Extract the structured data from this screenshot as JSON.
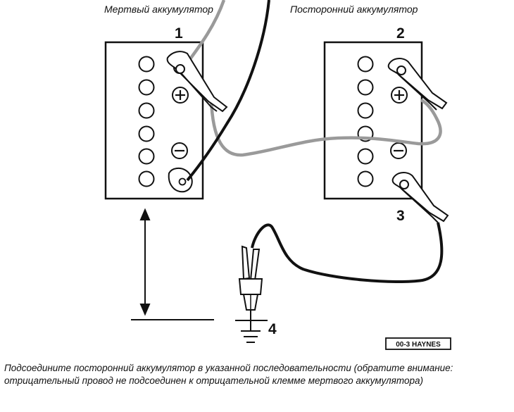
{
  "labels": {
    "dead_battery": "Мертвый аккумулятор",
    "external_battery": "Посторонний аккумулятор"
  },
  "numbers": [
    "1",
    "2",
    "3",
    "4"
  ],
  "terminal_symbols": {
    "plus": "⊕",
    "minus": "⊖"
  },
  "badge": "00-3 HAYNES",
  "caption": "Подсоедините посторонний аккумулятор в указанной последовательности (обратите внимание: отрицательный провод не подсоединен к отрицательной клемме мертвого аккумулятора)",
  "colors": {
    "line": "#111111",
    "grey_cable": "#9a9a9a",
    "black_cable": "#111111"
  }
}
